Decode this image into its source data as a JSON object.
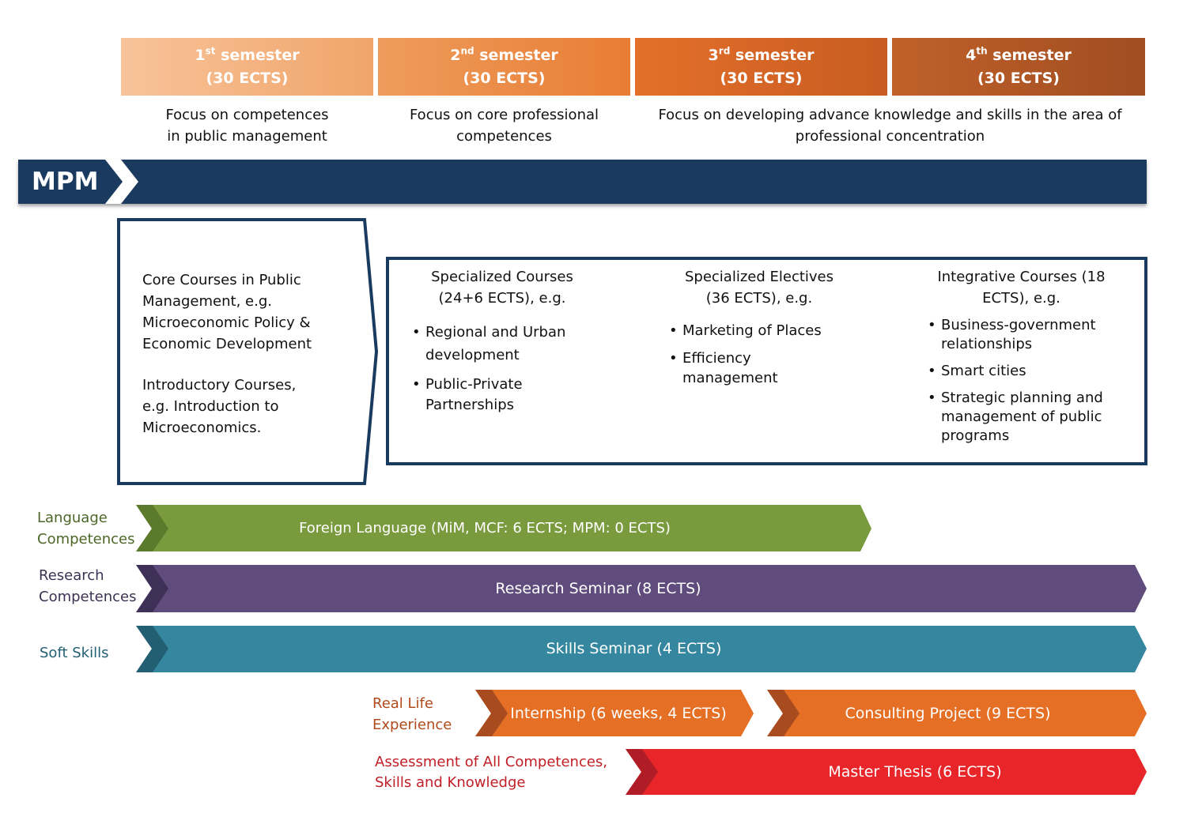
{
  "semesters": [
    {
      "num": "1",
      "sup": "st",
      "word": "semester",
      "ects": "(30 ECTS)"
    },
    {
      "num": "2",
      "sup": "nd",
      "word": "semester",
      "ects": "(30 ECTS)"
    },
    {
      "num": "3",
      "sup": "rd",
      "word": "semester",
      "ects": "(30 ECTS)"
    },
    {
      "num": "4",
      "sup": "th",
      "word": "semester",
      "ects": "(30 ECTS)"
    }
  ],
  "focus": {
    "s1": [
      "Focus on competences",
      "in public management"
    ],
    "s2": [
      "Focus on core professional",
      "competences"
    ],
    "s34": [
      "Focus on developing advance knowledge and skills in the area of",
      "professional concentration"
    ]
  },
  "program": {
    "label": "MPM"
  },
  "core_box": {
    "lines1": [
      "Core Courses in Public",
      "Management, e.g.",
      "Microeconomic Policy &",
      "Economic Development"
    ],
    "lines2": [
      "Introductory Courses,",
      "e.g. Introduction to",
      "Microeconomics."
    ]
  },
  "specialized": {
    "head": [
      "Specialized Courses",
      "(24+6 ECTS), e.g."
    ],
    "items": [
      "Regional and Urban development",
      "Public-Private Partnerships"
    ]
  },
  "electives": {
    "head": [
      "Specialized Electives",
      "(36 ECTS), e.g."
    ],
    "items": [
      "Marketing of Places",
      "Efficiency management"
    ]
  },
  "integrative": {
    "head": [
      "Integrative Courses (18",
      "ECTS), e.g."
    ],
    "items": [
      "Business-government relationships",
      "Smart cities",
      "Strategic planning and management of public programs"
    ]
  },
  "tracks": {
    "language": {
      "label": [
        "Language",
        "Competences"
      ],
      "bar": "Foreign Language (MiM, MCF:  6 ECTS; MPM: 0 ECTS)"
    },
    "research": {
      "label": [
        "Research",
        "Competences"
      ],
      "bar": "Research Seminar (8 ECTS)"
    },
    "soft": {
      "label": [
        "Soft Skills"
      ],
      "bar": "Skills Seminar (4 ECTS)"
    },
    "reallife": {
      "label": [
        "Real Life",
        "Experience"
      ],
      "bar1": "Internship (6 weeks, 4 ECTS)",
      "bar2": "Consulting Project (9 ECTS)"
    },
    "assessment": {
      "label": [
        "Assessment of All Competences,",
        "Skills and Knowledge"
      ],
      "bar": "Master Thesis (6 ECTS)"
    }
  },
  "colors": {
    "navy": "#1b3a5f",
    "language": "#7a9a3e",
    "research": "#5f4c7c",
    "soft": "#35879f",
    "reallife": "#e56f24",
    "assessment": "#e8262a"
  }
}
